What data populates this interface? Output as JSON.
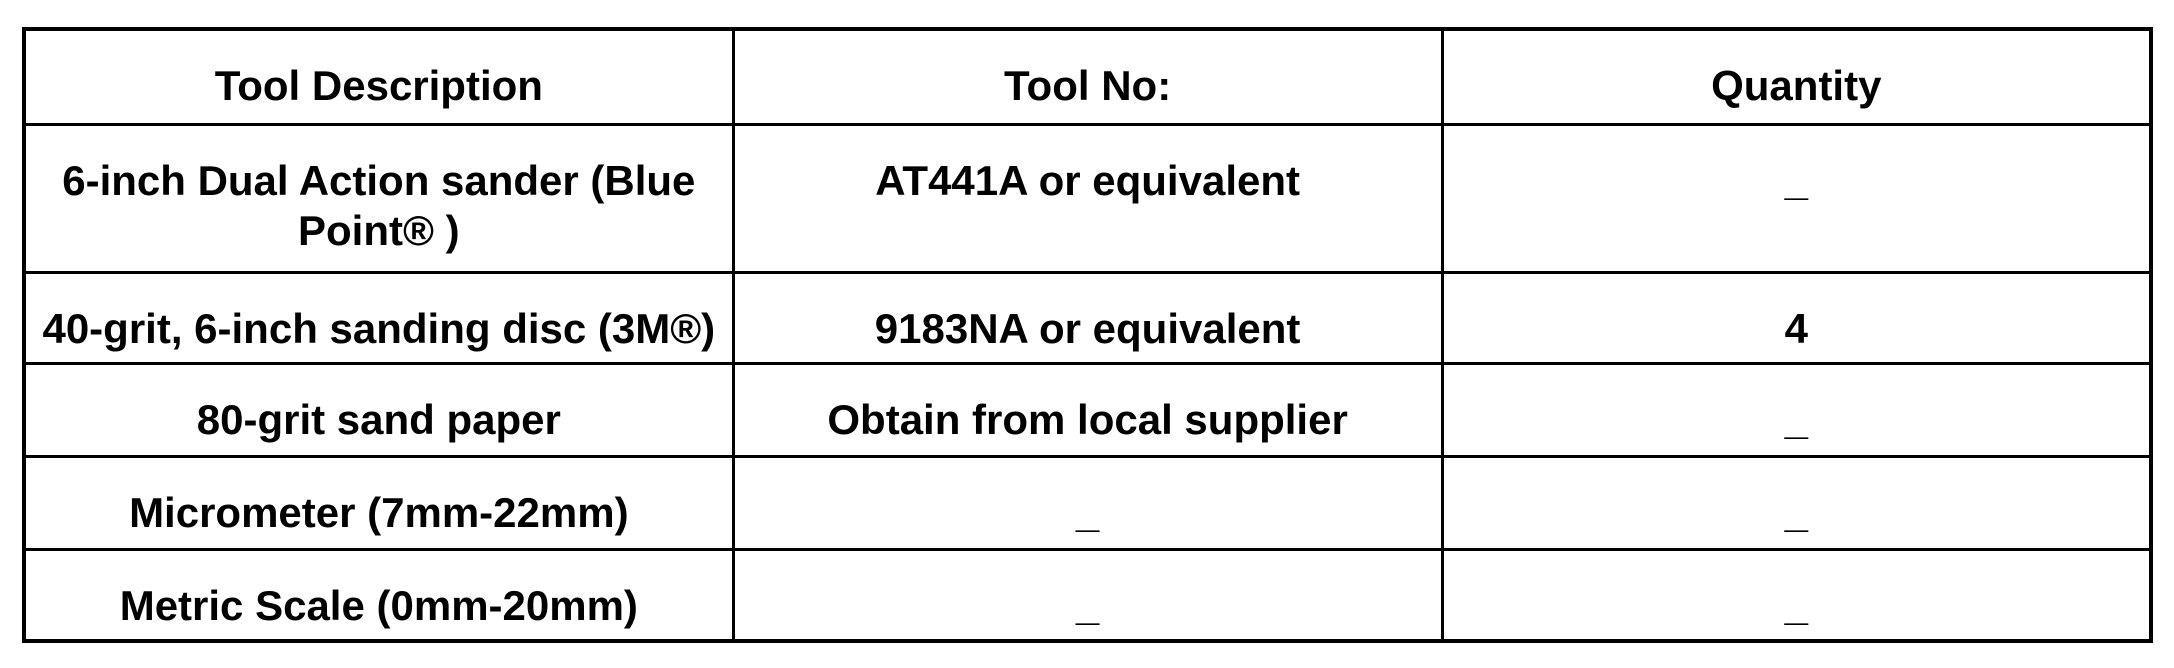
{
  "table": {
    "headers": [
      "Tool Description",
      "Tool No:",
      "Quantity"
    ],
    "rows": [
      [
        "6-inch Dual Action sander (Blue Point® )",
        "AT441A or equivalent",
        "_"
      ],
      [
        "40-grit, 6-inch sanding disc (3M®)",
        "9183NA or equivalent",
        "4"
      ],
      [
        "80-grit sand paper",
        "Obtain from local supplier",
        "_"
      ],
      [
        "Micrometer (7mm-22mm)",
        "_",
        "_"
      ],
      [
        "Metric Scale (0mm-20mm)",
        "_",
        "_"
      ]
    ],
    "colors": {
      "text": "#000000",
      "border": "#000000",
      "background": "#ffffff"
    }
  }
}
